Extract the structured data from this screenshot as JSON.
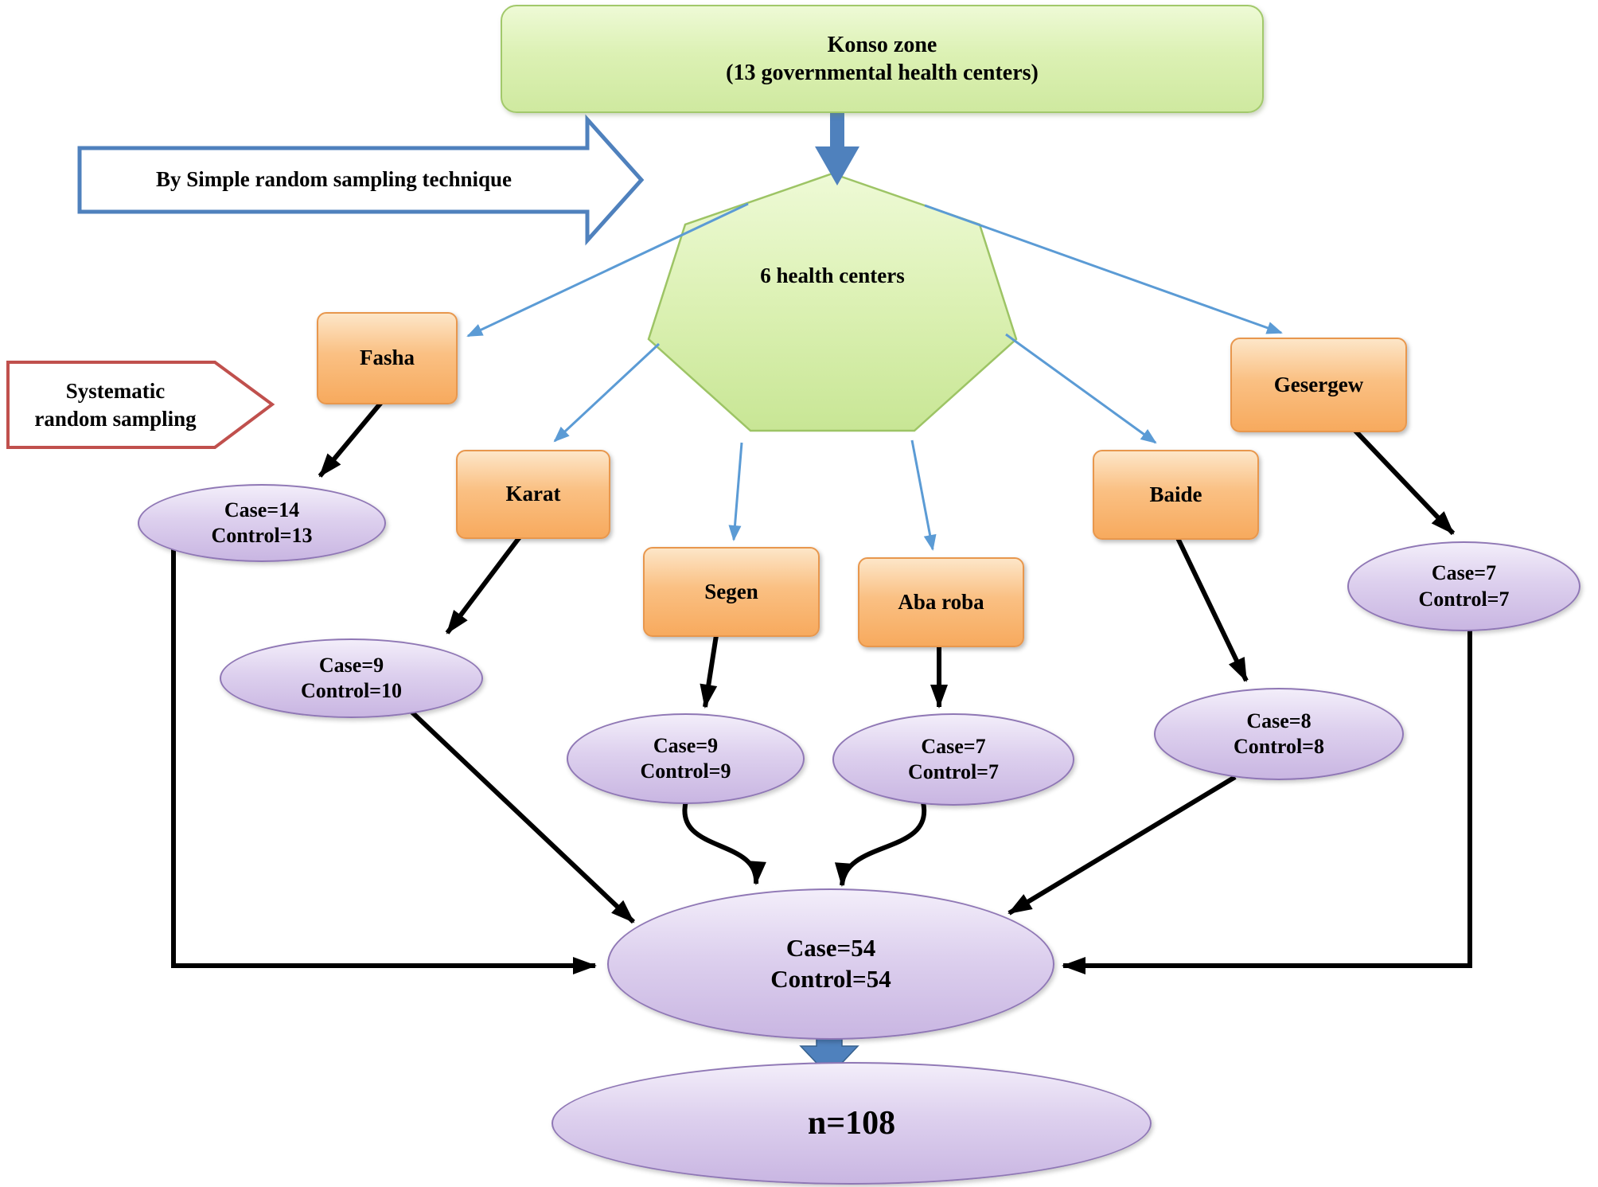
{
  "top_box": {
    "line1": "Konso zone",
    "line2": "(13 governmental health centers)"
  },
  "labels": {
    "simple_random": "By Simple random sampling technique",
    "systematic": {
      "line1": "Systematic",
      "line2": "random sampling"
    }
  },
  "hub": {
    "label": "6 health centers"
  },
  "centers": [
    {
      "name": "Fasha",
      "case": "Case=14",
      "control": "Control=13"
    },
    {
      "name": "Karat",
      "case": "Case=9",
      "control": "Control=10"
    },
    {
      "name": "Segen",
      "case": "Case=9",
      "control": "Control=9"
    },
    {
      "name": "Aba roba",
      "case": "Case=7",
      "control": "Control=7"
    },
    {
      "name": "Baide",
      "case": "Case=8",
      "control": "Control=8"
    },
    {
      "name": "Gesergew",
      "case": "Case=7",
      "control": "Control=7"
    }
  ],
  "totals": {
    "case": "Case=54",
    "control": "Control=54",
    "n": "n=108"
  },
  "colors": {
    "green_fill": "#dcf1b4",
    "green_border": "#a2c96b",
    "orange_fill": "#fac083",
    "orange_border": "#e8974d",
    "purple_fill": "#ddd0ee",
    "purple_border": "#8f77b5",
    "blue_block_arrow": "#4f81bd",
    "blue_thin_line": "#5b9bd5",
    "red_outline": "#c0504d",
    "black_arrow": "#000000"
  }
}
